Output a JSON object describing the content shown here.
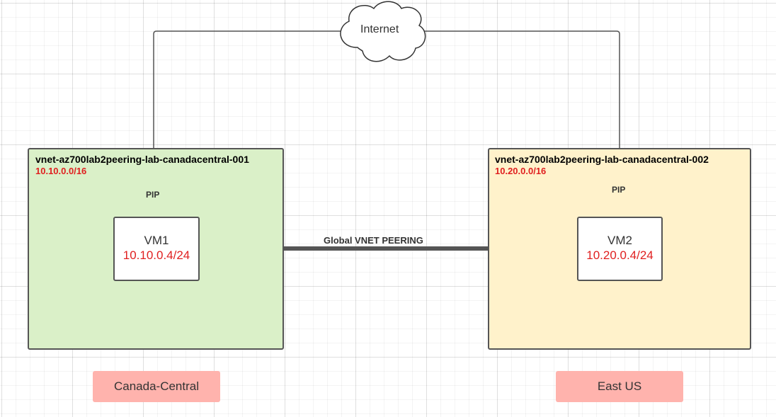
{
  "colors": {
    "vnet1_fill": "#daf0c8",
    "vnet2_fill": "#fff2cb",
    "region_fill": "#ffb3ad",
    "cidr_red": "#e02020",
    "line_dark": "#555555"
  },
  "internet": {
    "label": "Internet",
    "icon": "cloud-icon"
  },
  "peering": {
    "label": "Global VNET PEERING"
  },
  "vnets": [
    {
      "name": "vnet-az700lab2peering-lab-canadacentral-001",
      "cidr": "10.10.0.0/16",
      "pip_label": "PIP",
      "vm": {
        "name": "VM1",
        "ip": "10.10.0.4/24"
      },
      "region": "Canada-Central"
    },
    {
      "name": "vnet-az700lab2peering-lab-canadacentral-002",
      "cidr": "10.20.0.0/16",
      "pip_label": "PIP",
      "vm": {
        "name": "VM2",
        "ip": "10.20.0.4/24"
      },
      "region": "East US"
    }
  ]
}
